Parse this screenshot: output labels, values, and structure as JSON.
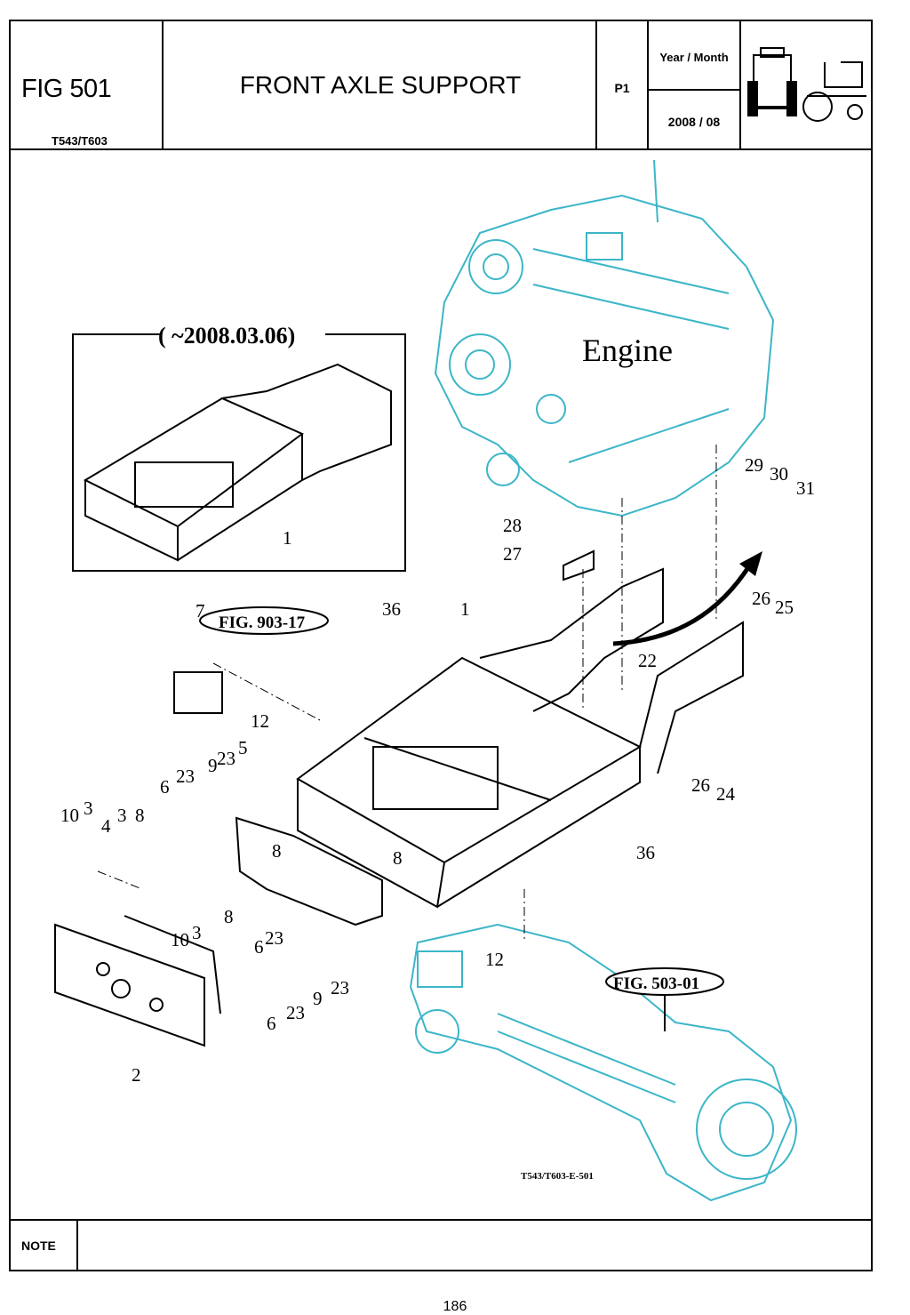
{
  "header": {
    "fig_number": "FIG 501",
    "model": "T543/T603",
    "title": "FRONT AXLE SUPPORT",
    "page_code": "P1",
    "year_month_label": "Year / Month",
    "year_month_value": "2008 / 08",
    "tractor_icon": "tractor-front-side-view-icon"
  },
  "diagram": {
    "inset_caption": "( ~2008.03.06)",
    "engine_label": "Engine",
    "fig_refs": [
      "FIG. 903-17",
      "FIG. 503-01"
    ],
    "drawing_code": "T543/T603-E-501",
    "callouts": [
      "1",
      "1",
      "2",
      "3",
      "3",
      "3",
      "4",
      "5",
      "6",
      "6",
      "6",
      "7",
      "8",
      "8",
      "8",
      "8",
      "9",
      "9",
      "10",
      "10",
      "12",
      "12",
      "22",
      "23",
      "23",
      "23",
      "23",
      "23",
      "23",
      "24",
      "25",
      "26",
      "26",
      "27",
      "28",
      "29",
      "30",
      "31",
      "36",
      "36"
    ]
  },
  "footer": {
    "note_label": "NOTE",
    "note_text": "",
    "page_number": "186"
  },
  "colors": {
    "line": "#000000",
    "engine_cyan": "#3cb6c8"
  }
}
